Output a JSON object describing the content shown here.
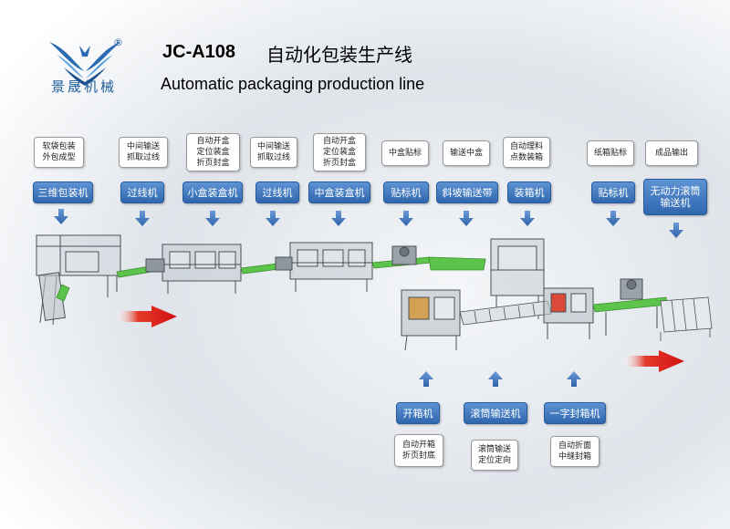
{
  "brand": {
    "name": "景晟机械",
    "registered": "®"
  },
  "header": {
    "model": "JC-A108",
    "title_cn": "自动化包装生产线",
    "title_en": "Automatic packaging production line"
  },
  "top_stations": [
    {
      "note": "软袋包装\n外包成型",
      "label": "三维包装机"
    },
    {
      "note": "中间输送\n抓取过线",
      "label": "过线机"
    },
    {
      "note": "自动开盒\n定位装盒\n折页封盒",
      "label": "小盒装盒机"
    },
    {
      "note": "中间输送\n抓取过线",
      "label": "过线机"
    },
    {
      "note": "自动开盒\n定位装盒\n折页封盒",
      "label": "中盒装盒机"
    },
    {
      "note": "中盒贴标",
      "label": "贴标机"
    },
    {
      "note": "输送中盒",
      "label": "斜坡输送带"
    },
    {
      "note": "自动理料\n点数装箱",
      "label": "装箱机"
    },
    {
      "note": "纸箱贴标",
      "label": "贴标机"
    },
    {
      "note": "成品输出",
      "label": "无动力滚筒\n输送机"
    }
  ],
  "bottom_stations": [
    {
      "label": "开箱机",
      "note": "自动开箱\n折页封底"
    },
    {
      "label": "滚筒输送机",
      "note": "滚筒输送\n定位定向"
    },
    {
      "label": "一字封箱机",
      "note": "自动折面\n中缝封箱"
    }
  ],
  "colors": {
    "button": "#3a74bd",
    "flow_arrow": "#e02020",
    "pointer_arrow": "#3b6fb5",
    "conveyor": "#5cc44a",
    "machine_frame": "#555a60"
  }
}
